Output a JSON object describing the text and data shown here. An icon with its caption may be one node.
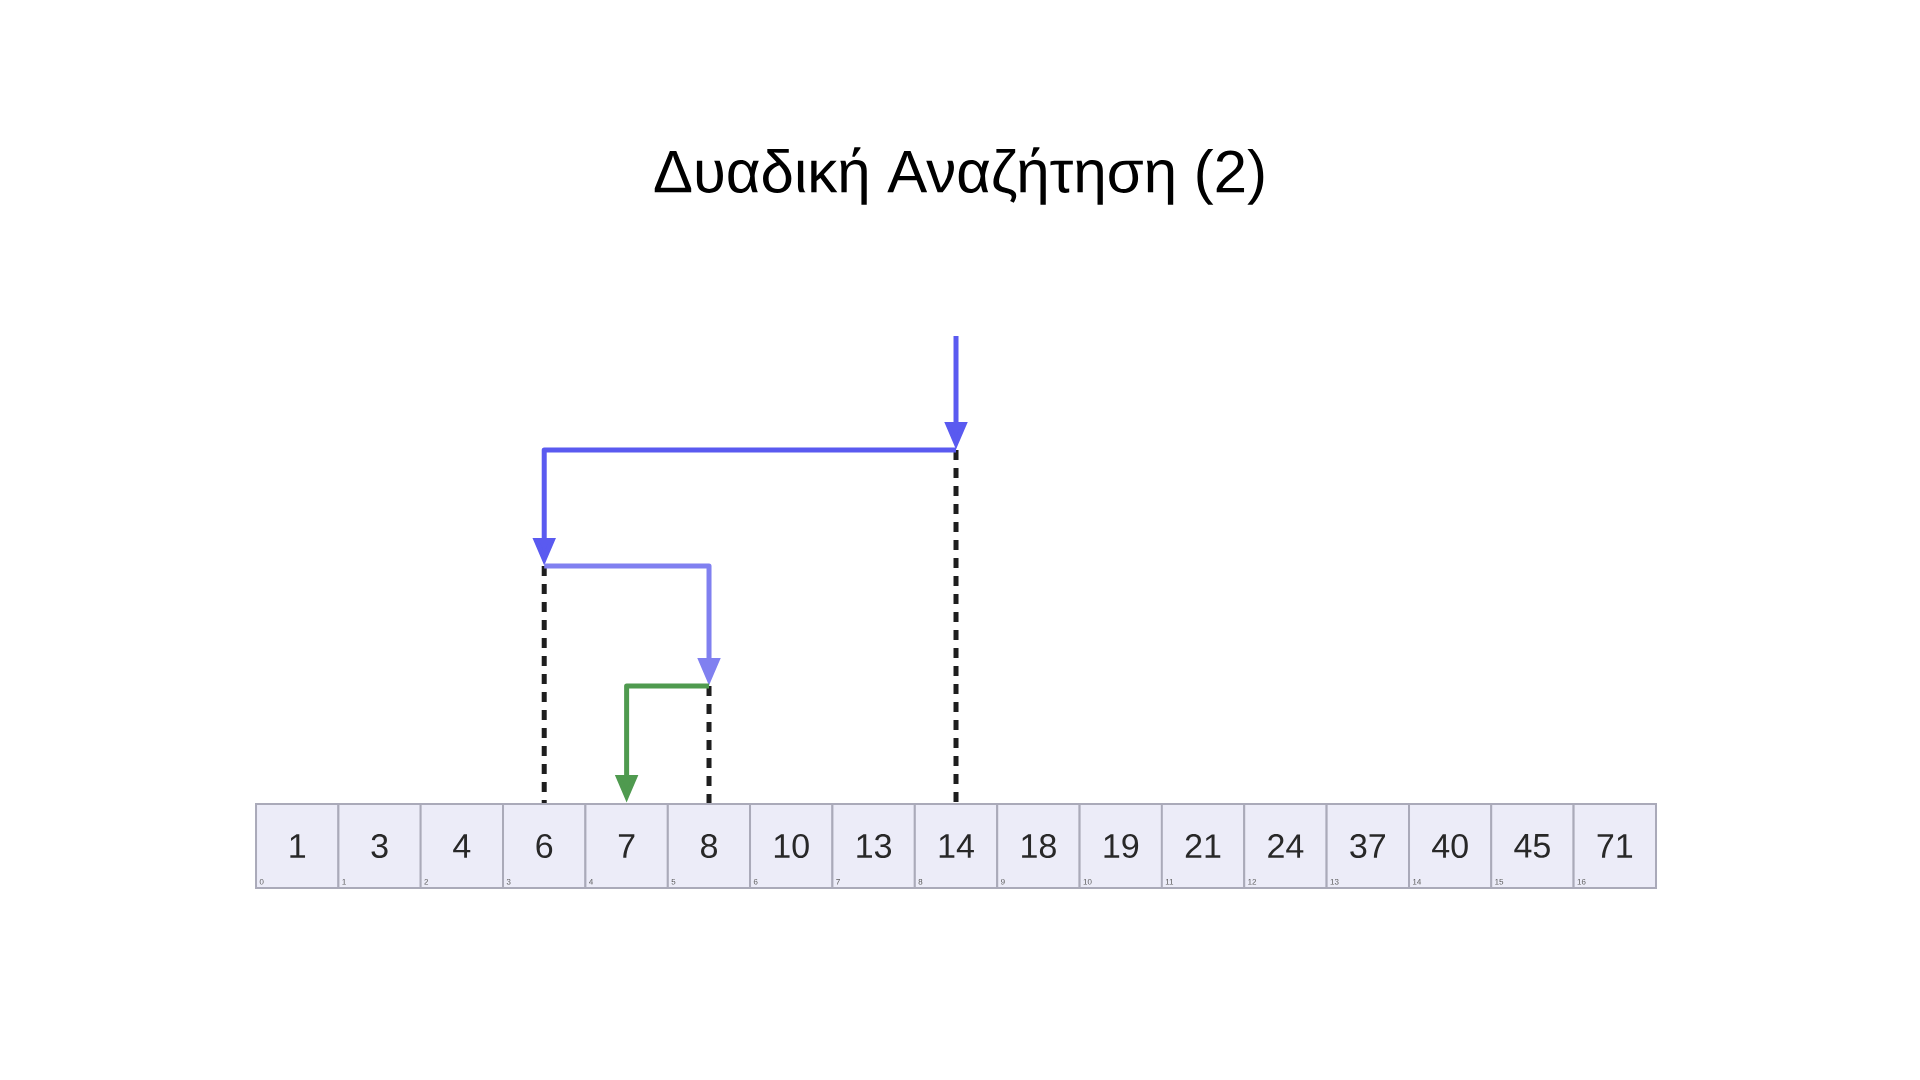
{
  "diagram": {
    "title": "Δυαδική Αναζήτηση (2)",
    "nodes": [
      {
        "text": [
          "1",
          "0"
        ]
      },
      {
        "text": [
          "3",
          "1"
        ]
      },
      {
        "text": [
          "4",
          "2"
        ]
      },
      {
        "text": [
          "6",
          "3"
        ]
      },
      {
        "text": [
          "7",
          "4"
        ]
      },
      {
        "text": [
          "8",
          "5"
        ]
      },
      {
        "text": [
          "10",
          "6"
        ]
      },
      {
        "text": [
          "13",
          "7"
        ]
      },
      {
        "text": [
          "14",
          "8"
        ]
      },
      {
        "text": [
          "18",
          "9"
        ]
      },
      {
        "text": [
          "19",
          "10"
        ]
      },
      {
        "text": [
          "21",
          "11"
        ]
      },
      {
        "text": [
          "24",
          "12"
        ]
      },
      {
        "text": [
          "37",
          "13"
        ]
      },
      {
        "text": [
          "40",
          "14"
        ]
      },
      {
        "text": [
          "45",
          "15"
        ]
      },
      {
        "text": [
          "71",
          "16"
        ]
      }
    ],
    "edges": [
      {
        "from": null,
        "to": 8,
        "arrow": "to"
      },
      {
        "from": 8,
        "to": 3,
        "arrow": "to"
      },
      {
        "from": 3,
        "to": 5,
        "arrow": "to",
        "color": "#8080f0"
      },
      {
        "from": 5,
        "to": 4,
        "arrow": "to",
        "color": "#4f9a4f"
      }
    ]
  }
}
